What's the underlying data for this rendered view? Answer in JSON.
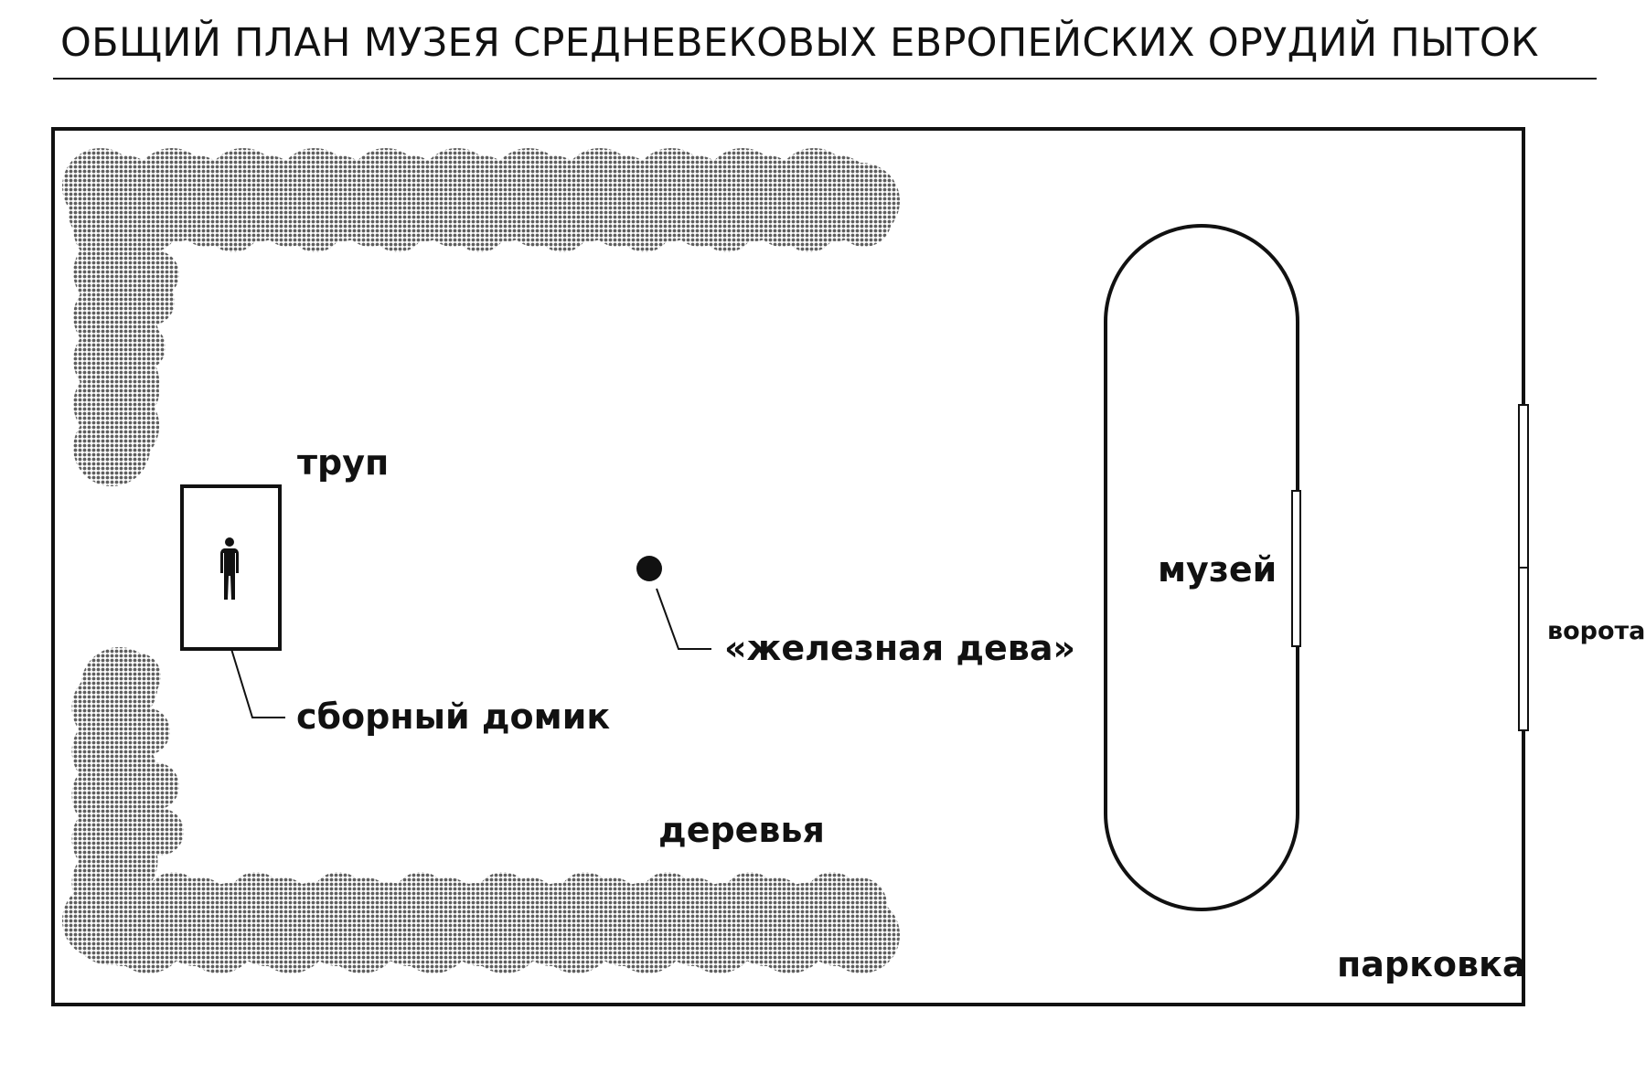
{
  "title": "ОБЩИЙ ПЛАН МУЗЕЯ СРЕДНЕВЕКОВЫХ ЕВРОПЕЙСКИХ ОРУДИЙ ПЫТОК",
  "labels": {
    "corpse": "труп",
    "prefab_house": "сборный домик",
    "iron_maiden": "«железная дева»",
    "museum": "музей",
    "trees": "деревья",
    "gate": "ворота",
    "parking": "парковка"
  },
  "colors": {
    "ink": "#111111",
    "trees": "#5f5f5f",
    "background": "#ffffff"
  }
}
